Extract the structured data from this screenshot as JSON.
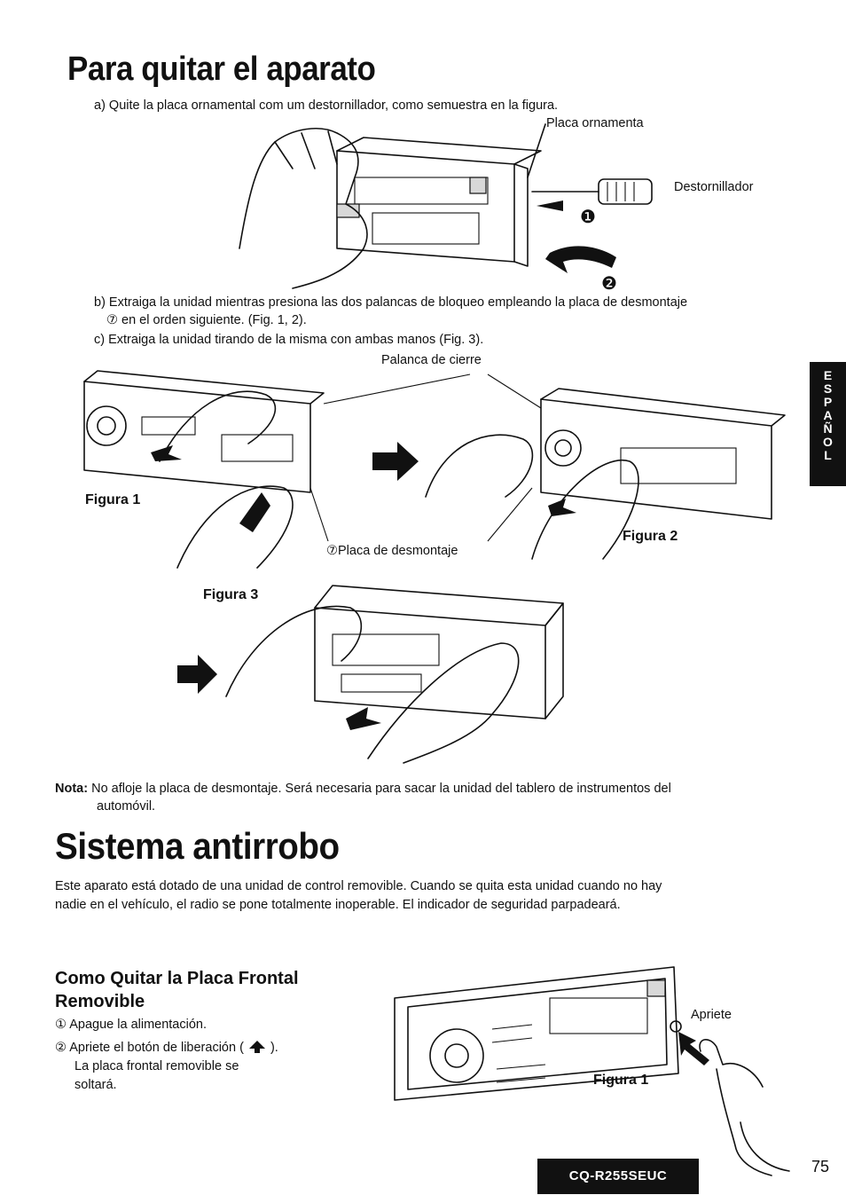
{
  "section1": {
    "title": "Para quitar el aparato",
    "step_a": "a) Quite la placa ornamental com um destornillador, como semuestra en la figura.",
    "label_placa": "Placa ornamenta",
    "label_destornillador": "Destornillador",
    "step_b_line1": "b) Extraiga la unidad mientras presiona las dos palancas de bloqueo empleando la placa de desmontaje",
    "step_b_line2": "⑦ en el orden siguiente. (Fig. 1, 2).",
    "step_c": "c) Extraiga la unidad tirando de la misma con ambas manos (Fig. 3).",
    "label_palanca": "Palanca de cierre",
    "label_figura1": "Figura 1",
    "label_figura2": "Figura 2",
    "label_figura3": "Figura 3",
    "label_placa_desmontaje": "⑦Placa de desmontaje",
    "marker_1": "❶",
    "marker_2": "❷"
  },
  "nota": {
    "label": "Nota:",
    "line1": "No afloje la placa de desmontaje.  Será necesaria para sacar la unidad del tablero de instrumentos del",
    "line2": "automóvil."
  },
  "section2": {
    "title": "Sistema antirrobo",
    "para_line1": "Este aparato está dotado de una unidad de control removible. Cuando se quita esta unidad cuando no hay",
    "para_line2": "nadie en el vehículo, el radio se pone totalmente inoperable. El indicador de seguridad parpadeará."
  },
  "section3": {
    "title_line1": "Como Quitar la Placa Frontal",
    "title_line2": "Removible",
    "step1": "① Apague la alimentación.",
    "step2": "② Apriete el botón de liberación (",
    "step2_end": ").",
    "step2_cont1": "La placa frontal removible se",
    "step2_cont2": "soltará.",
    "label_apriete": "Apriete",
    "label_figura1": "Figura 1"
  },
  "side_tab": [
    "E",
    "S",
    "P",
    "A",
    "Ñ",
    "O",
    "L"
  ],
  "footer": {
    "model": "CQ-R255SEUC",
    "page_number": "75"
  }
}
